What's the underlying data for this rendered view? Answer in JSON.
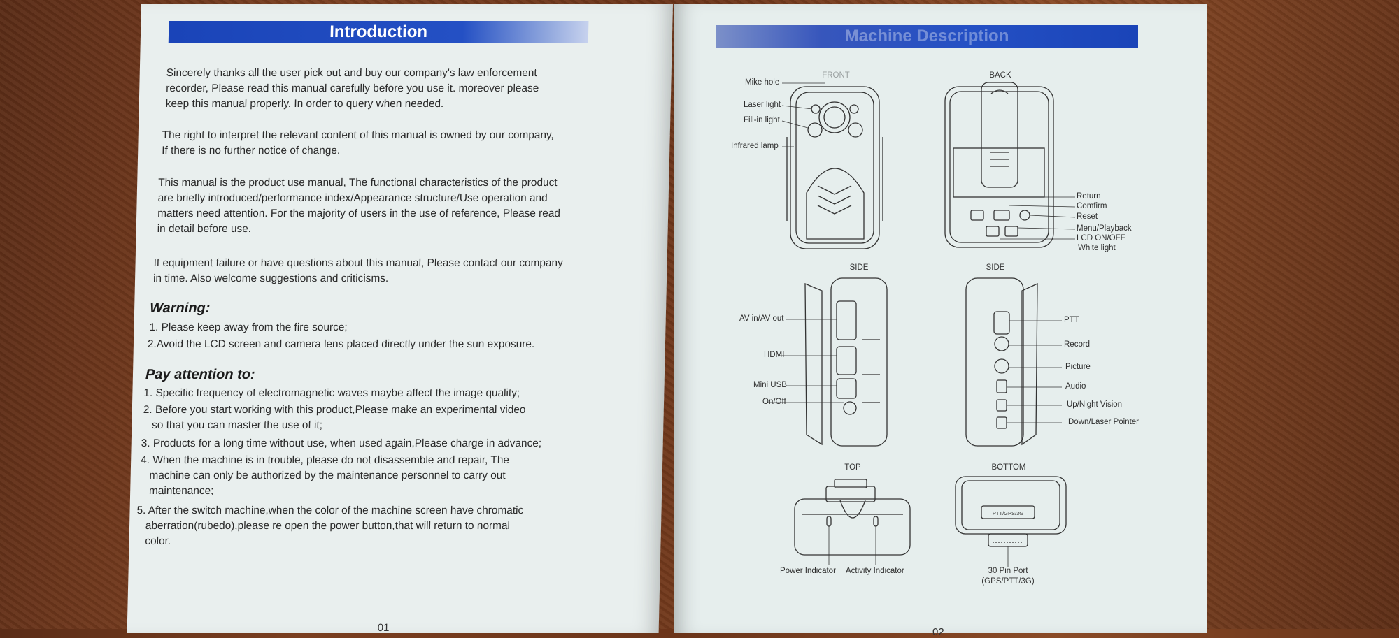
{
  "left": {
    "title": "Introduction",
    "paragraphs": [
      "Sincerely thanks all the user pick out and buy our company's law enforcement\nrecorder, Please read this manual carefully before you use it. moreover please\nkeep this manual properly. In order to query when needed.",
      "The right to interpret the relevant content of this manual is owned by our company,\nIf there is no further notice of change.",
      "This manual is the product use manual, The functional characteristics of the product\nare briefly introduced/performance index/Appearance structure/Use operation and\nmatters need attention. For the majority of users in the use of reference, Please read\nin detail before use.",
      "If equipment failure or have questions about this manual, Please contact our company\nin time. Also welcome suggestions and criticisms."
    ],
    "warning_heading": "Warning:",
    "warning_items": [
      "1. Please keep away from the fire source;",
      "2.Avoid the LCD screen and camera lens placed directly under the sun exposure."
    ],
    "attention_heading": "Pay attention to:",
    "attention_items": [
      "1. Specific frequency of electromagnetic waves maybe affect the image quality;",
      "2. Before you start working with this product,Please make an experimental video\n   so that you can master the use of it;",
      "3. Products for a long time without use, when used again,Please charge in advance;",
      "4. When the machine is in trouble, please do not disassemble and repair, The\n   machine can only be authorized by the maintenance personnel to carry out\n   maintenance;",
      "5. After the switch machine,when the color of the machine screen have chromatic\n   aberration(rubedo),please re open the power button,that will return to normal\n   color."
    ],
    "page_number": "01"
  },
  "right": {
    "title": "Machine Description",
    "page_number": "02",
    "views": {
      "front": "FRONT",
      "back": "BACK",
      "side_left": "SIDE",
      "side_right": "SIDE",
      "top": "TOP",
      "bottom": "BOTTOM"
    },
    "front_labels": [
      "Mike hole",
      "Laser light",
      "Fill-in light",
      "Infrared lamp"
    ],
    "back_labels": [
      "Return",
      "Comfirm",
      "Reset",
      "Menu/Playback",
      "LCD ON/OFF",
      "White light"
    ],
    "side_left_labels": [
      "AV in/AV out",
      "HDMI",
      "Mini USB",
      "On/Off"
    ],
    "side_right_labels": [
      "PTT",
      "Record",
      "Picture",
      "Audio",
      "Up/Night Vision",
      "Down/Laser Pointer"
    ],
    "top_labels": [
      "Power Indicator",
      "Activity Indicator"
    ],
    "bottom_labels": [
      "30 Pin Port",
      "(GPS/PTT/3G)"
    ],
    "bottom_connector_text": "PTT/GPS/3G"
  }
}
